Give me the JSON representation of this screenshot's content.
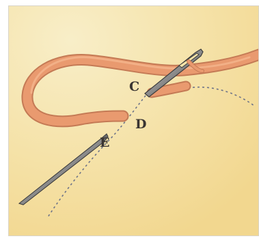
{
  "figure": {
    "labels": {
      "c": "C",
      "d": "D",
      "e": "E"
    },
    "colors": {
      "paper": "#f6e3a8",
      "thread": "#e99a6f",
      "thread_outline": "#c47a55",
      "needle": "#8f8f8f",
      "dotted_line": "#6d7388"
    },
    "icons": {
      "needle": "needle-icon",
      "thread": "thread-icon"
    }
  }
}
